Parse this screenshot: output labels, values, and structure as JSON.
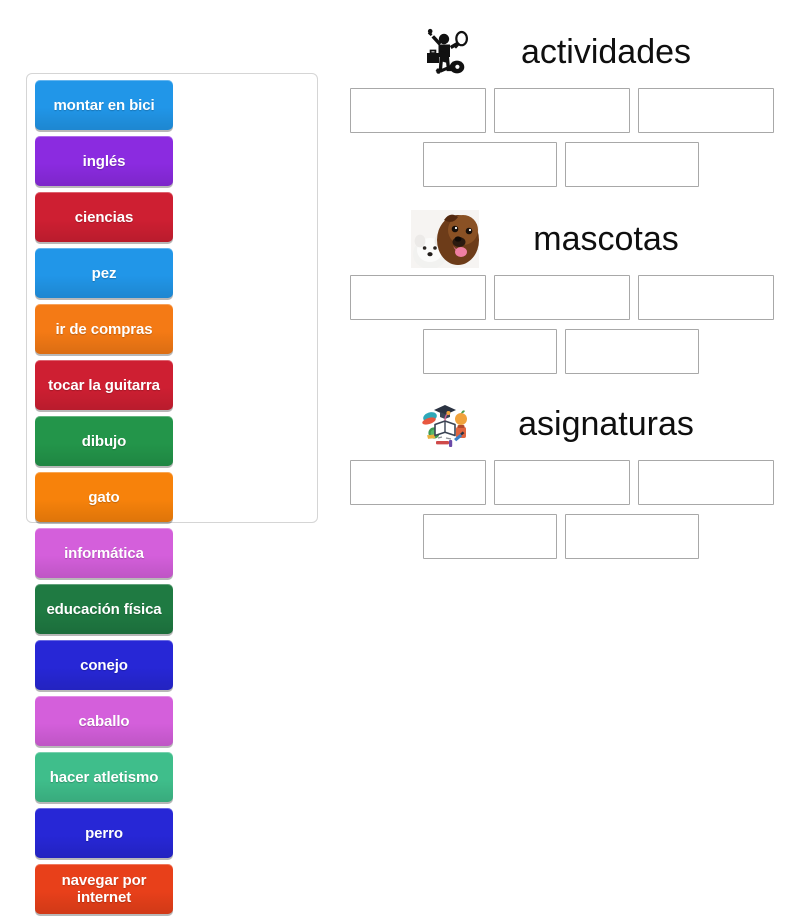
{
  "activity": {
    "type": "group-sort",
    "word_bank_tile_count": 15,
    "group_count": 3,
    "slots_per_group": 5
  },
  "word_bank": {
    "tiles": [
      {
        "label": "montar en bici",
        "color": "#2196E8"
      },
      {
        "label": "inglés",
        "color": "#8B2BE0"
      },
      {
        "label": "ciencias",
        "color": "#CE1F32"
      },
      {
        "label": "pez",
        "color": "#2196E8"
      },
      {
        "label": "ir de compras",
        "color": "#F47A15"
      },
      {
        "label": "tocar la guitarra",
        "color": "#CE1F32"
      },
      {
        "label": "dibujo",
        "color": "#23954A"
      },
      {
        "label": "gato",
        "color": "#F7820B"
      },
      {
        "label": "informática",
        "color": "#D45FDB"
      },
      {
        "label": "educación física",
        "color": "#1F7A42"
      },
      {
        "label": "conejo",
        "color": "#2727D6"
      },
      {
        "label": "caballo",
        "color": "#D45FDB"
      },
      {
        "label": "hacer atletismo",
        "color": "#3FBE8B"
      },
      {
        "label": "perro",
        "color": "#2727D6"
      },
      {
        "label": "navegar por internet",
        "color": "#E8401A"
      }
    ]
  },
  "groups": [
    {
      "title": "actividades",
      "icon": "sports-hobbies-silhouette-icon",
      "slots": [
        "",
        "",
        "",
        "",
        ""
      ]
    },
    {
      "title": "mascotas",
      "icon": "two-dogs-photo-icon",
      "slots": [
        "",
        "",
        "",
        "",
        ""
      ]
    },
    {
      "title": "asignaturas",
      "icon": "school-supplies-circle-icon",
      "slots": [
        "",
        "",
        "",
        "",
        ""
      ]
    }
  ],
  "colors": {
    "panel_border": "#d5d5d5",
    "slot_border": "#a8a8a8",
    "page_background": "#ffffff",
    "title_text": "#0f0f0f",
    "tile_text": "#ffffff"
  }
}
